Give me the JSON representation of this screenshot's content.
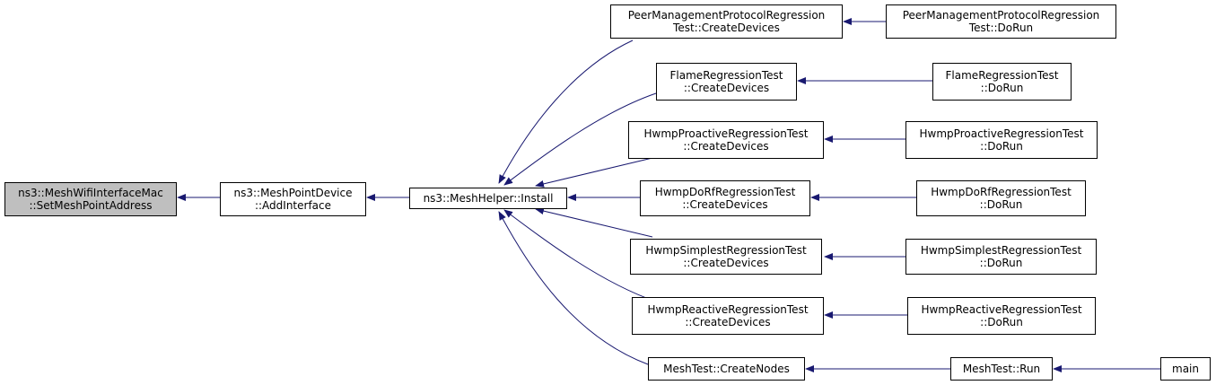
{
  "colors": {
    "edge": "#191970",
    "focus_fill": "#bfbfbf",
    "node_border": "#000000"
  },
  "nodes": {
    "set_mesh_point_address": {
      "line1": "ns3::MeshWifiInterfaceMac",
      "line2": "::SetMeshPointAddress"
    },
    "add_interface": {
      "line1": "ns3::MeshPointDevice",
      "line2": "::AddInterface"
    },
    "install": {
      "line1": "ns3::MeshHelper::Install"
    },
    "pmp_create": {
      "line1": "PeerManagementProtocolRegression",
      "line2": "Test::CreateDevices"
    },
    "pmp_run": {
      "line1": "PeerManagementProtocolRegression",
      "line2": "Test::DoRun"
    },
    "flame_create": {
      "line1": "FlameRegressionTest",
      "line2": "::CreateDevices"
    },
    "flame_run": {
      "line1": "FlameRegressionTest",
      "line2": "::DoRun"
    },
    "proactive_create": {
      "line1": "HwmpProactiveRegressionTest",
      "line2": "::CreateDevices"
    },
    "proactive_run": {
      "line1": "HwmpProactiveRegressionTest",
      "line2": "::DoRun"
    },
    "dorf_create": {
      "line1": "HwmpDoRfRegressionTest",
      "line2": "::CreateDevices"
    },
    "dorf_run": {
      "line1": "HwmpDoRfRegressionTest",
      "line2": "::DoRun"
    },
    "simplest_create": {
      "line1": "HwmpSimplestRegressionTest",
      "line2": "::CreateDevices"
    },
    "simplest_run": {
      "line1": "HwmpSimplestRegressionTest",
      "line2": "::DoRun"
    },
    "reactive_create": {
      "line1": "HwmpReactiveRegressionTest",
      "line2": "::CreateDevices"
    },
    "reactive_run": {
      "line1": "HwmpReactiveRegressionTest",
      "line2": "::DoRun"
    },
    "meshtest_create": {
      "line1": "MeshTest::CreateNodes"
    },
    "meshtest_run": {
      "line1": "MeshTest::Run"
    },
    "main": {
      "line1": "main"
    }
  }
}
